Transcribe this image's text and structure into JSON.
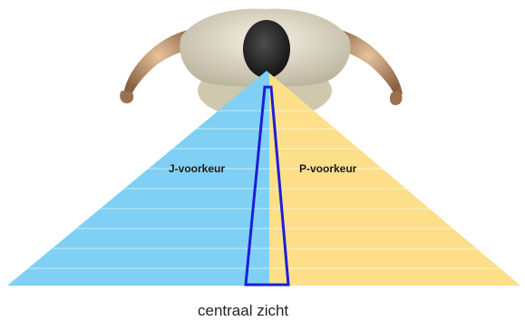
{
  "labels": {
    "left_region": "J-voorkeur",
    "right_region": "P-voorkeur",
    "bottom": "centraal zicht"
  },
  "colors": {
    "left_region": "#7fd0f4",
    "right_region": "#fddf8a",
    "central_outline": "#1a1fd6",
    "stripe": "#ffffff"
  },
  "figure": {
    "icon": "person-top-view-icon"
  }
}
